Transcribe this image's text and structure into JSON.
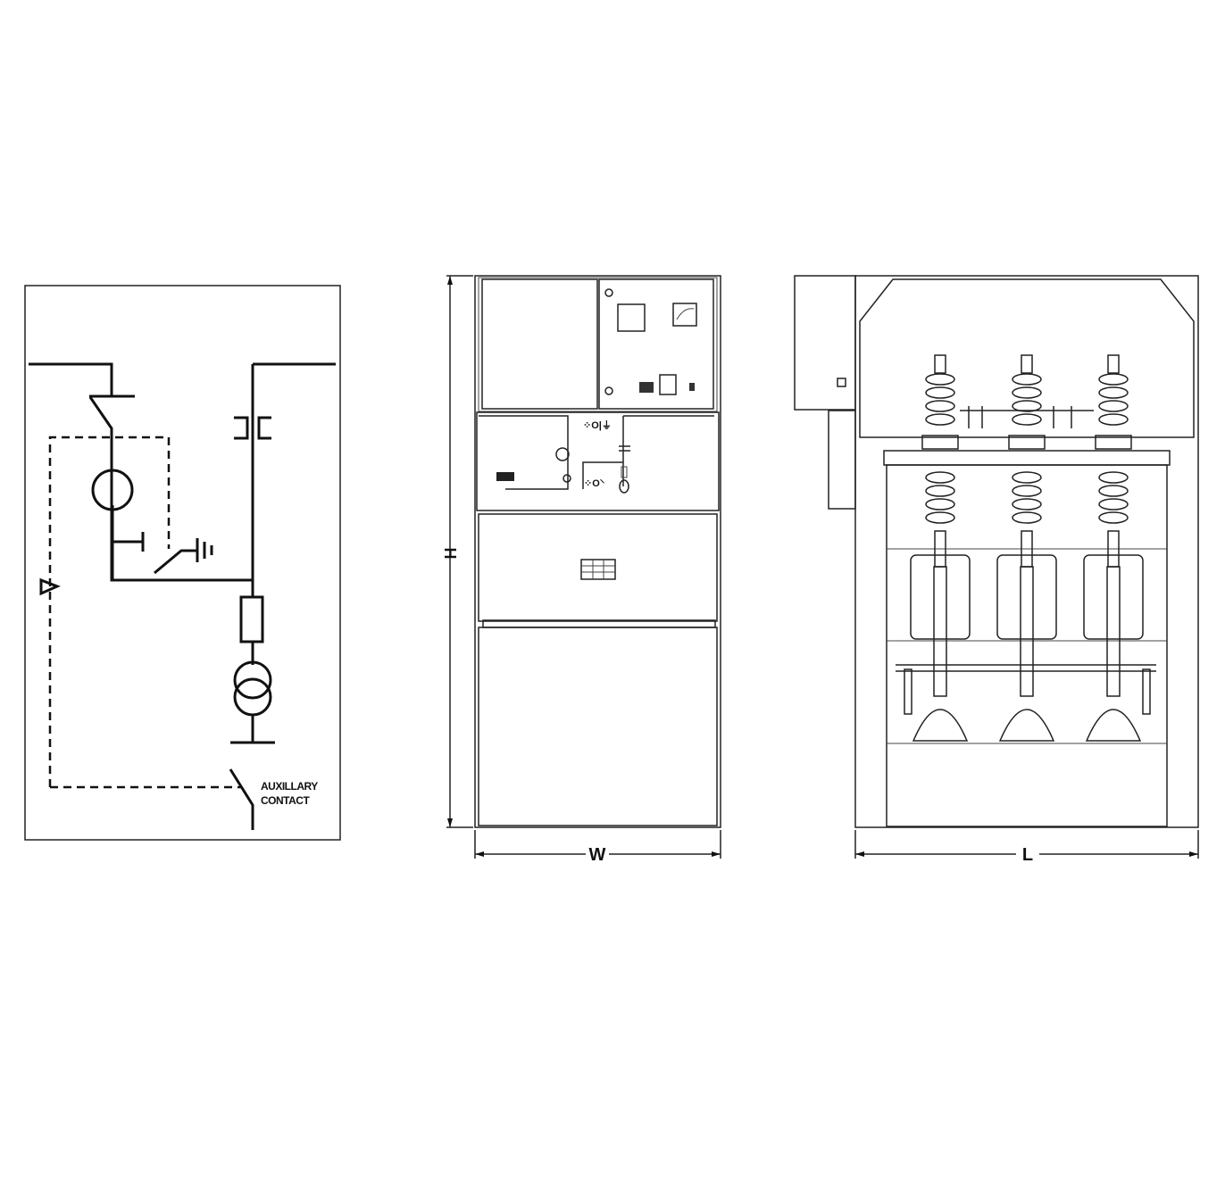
{
  "schematic": {
    "aux_contact_label_line1": "AUXILLARY",
    "aux_contact_label_line2": "CONTACT"
  },
  "front_view": {
    "height_label": "H",
    "width_label": "W"
  },
  "side_view": {
    "length_label": "L"
  }
}
